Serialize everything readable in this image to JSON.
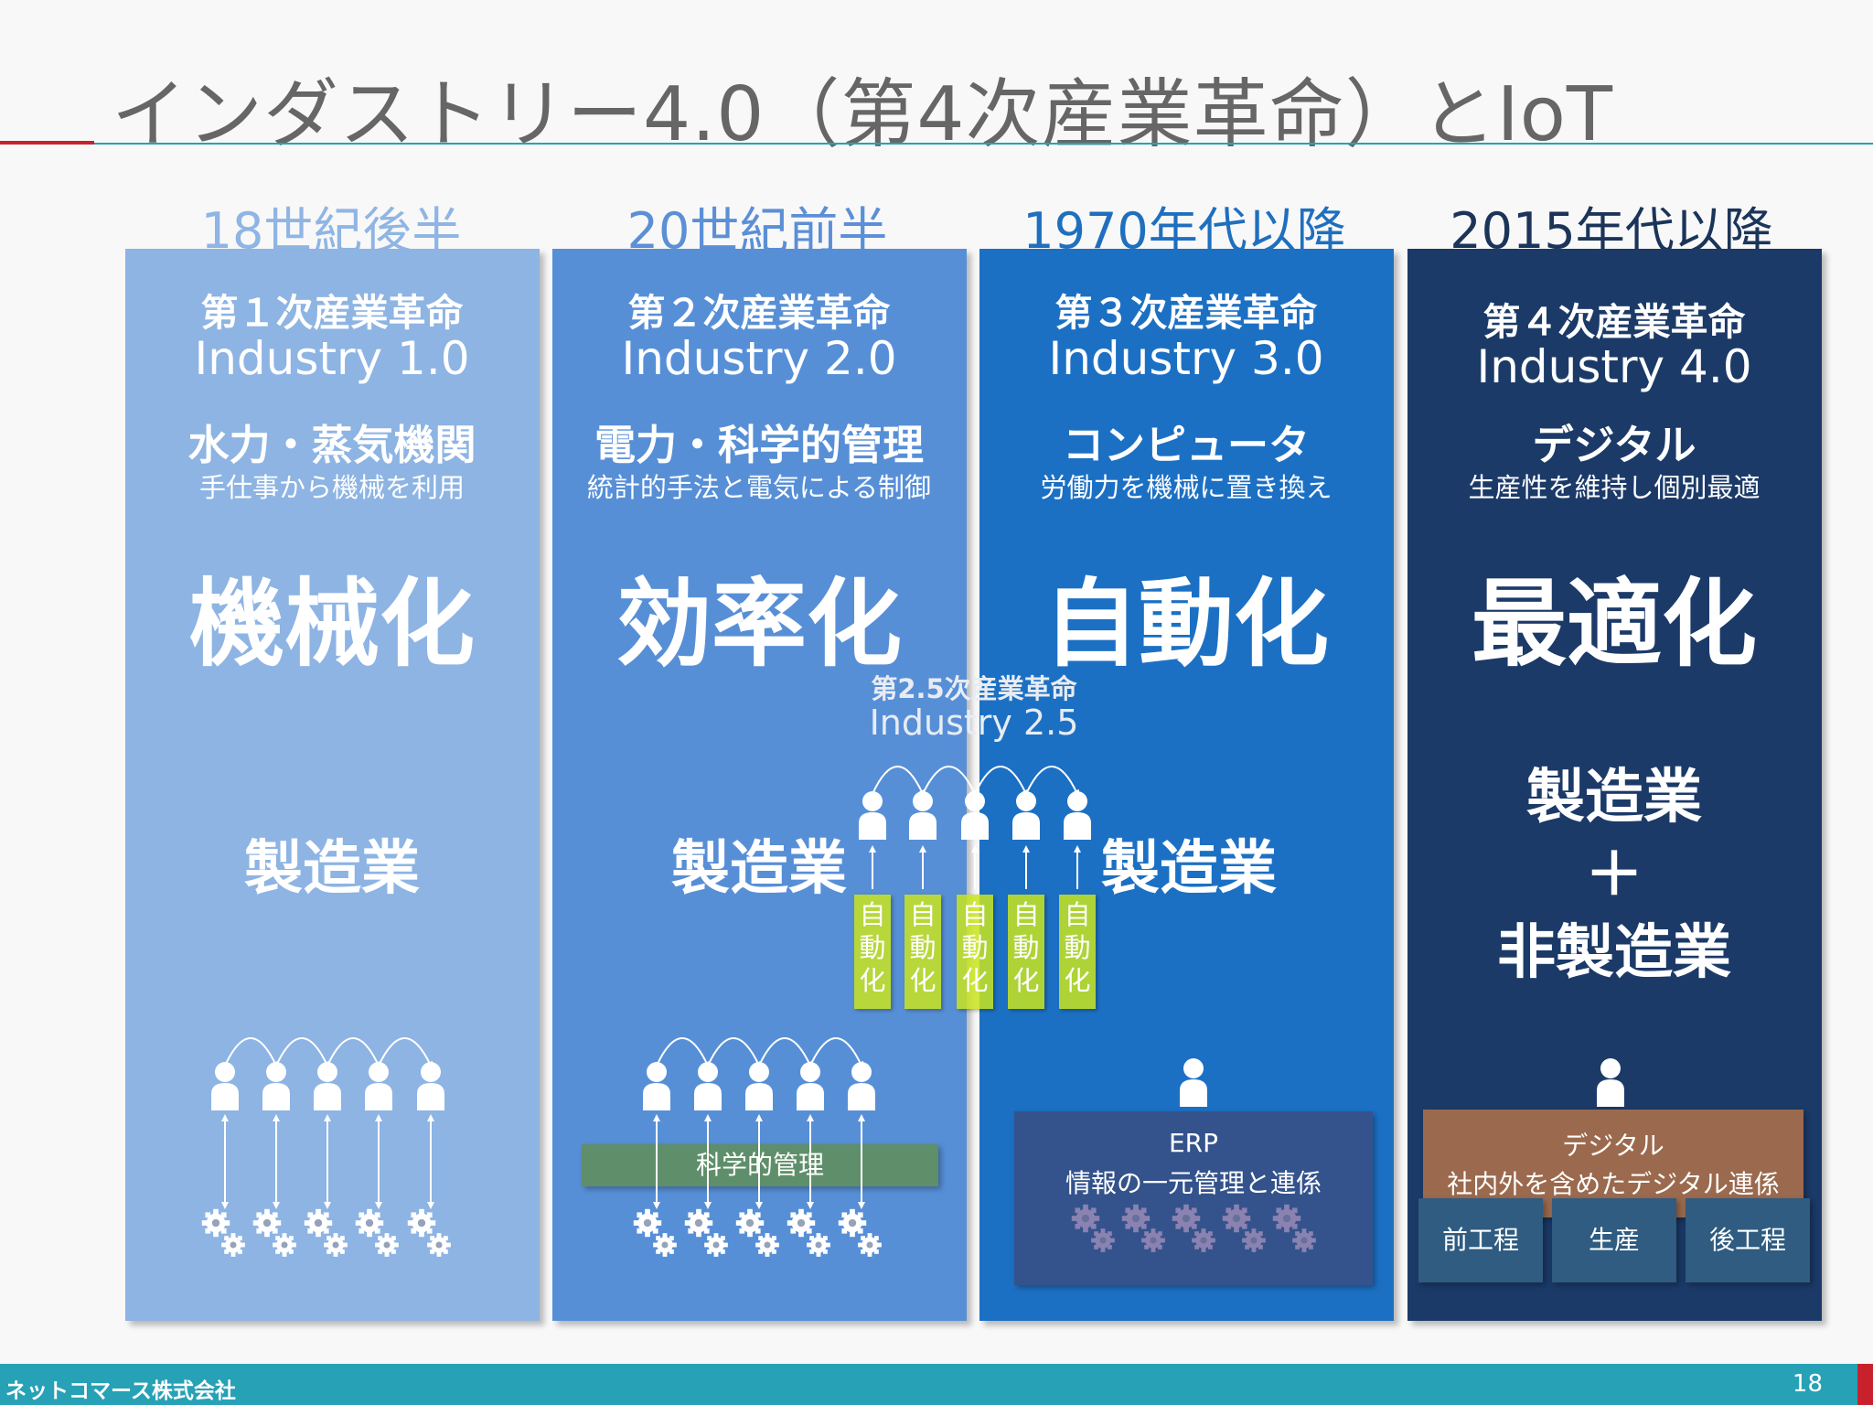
{
  "title": "インダストリー4.0（第4次産業革命）とIoT",
  "columns": [
    {
      "era": "18世紀後半",
      "revolution": "第１次産業革命",
      "industry": "Industry 1.0",
      "keyword": "水力・蒸気機関",
      "description": "手仕事から機械を利用",
      "theme": "機械化",
      "sector": "製造業",
      "era_color": "#8fb5e4",
      "bg": "#8db4e3"
    },
    {
      "era": "20世紀前半",
      "revolution": "第２次産業革命",
      "industry": "Industry 2.0",
      "keyword": "電力・科学的管理",
      "description": "統計的手法と電気による制御",
      "theme": "効率化",
      "sector": "製造業",
      "management_label": "科学的管理",
      "era_color": "#5b8fd6",
      "bg": "#578fd7"
    },
    {
      "era": "1970年代以降",
      "revolution": "第３次産業革命",
      "industry": "Industry 3.0",
      "keyword": "コンピュータ",
      "description": "労働力を機械に置き換え",
      "theme": "自動化",
      "sector": "製造業",
      "erp_title": "ERP",
      "erp_desc": "情報の一元管理と連係",
      "era_color": "#1f6fbf",
      "bg": "#1c70c4"
    },
    {
      "era": "2015年代以降",
      "revolution": "第４次産業革命",
      "industry": "Industry 4.0",
      "keyword": "デジタル",
      "description": "生産性を維持し個別最適",
      "theme": "最適化",
      "sector_line1": "製造業",
      "sector_plus": "＋",
      "sector_line2": "非製造業",
      "digital_title": "デジタル",
      "digital_desc": "社内外を含めたデジタル連係",
      "stages": [
        "前工程",
        "生産",
        "後工程"
      ],
      "era_color": "#1b3459",
      "bg": "#1b3a68"
    }
  ],
  "interim": {
    "revolution": "第2.5次産業革命",
    "industry": "Industry 2.5",
    "automation_label": "自動化"
  },
  "footer": {
    "company": "ネットコマース株式会社",
    "page": "18"
  }
}
